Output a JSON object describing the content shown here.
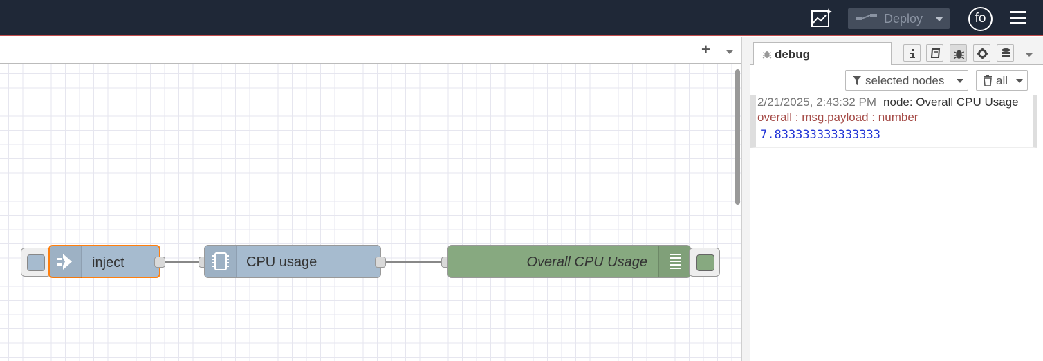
{
  "header": {
    "deploy_label": "Deploy",
    "user_initials": "fo",
    "icons": [
      "dashboard-chart-icon",
      "deploy-icon",
      "menu-icon"
    ],
    "colors": {
      "header_bg": "#1f2837",
      "accent_line": "#c24d4d"
    }
  },
  "workspace": {
    "add_tab_label": "+"
  },
  "flow": {
    "nodes": [
      {
        "type": "inject",
        "label": "inject",
        "color": "#a6bbcf",
        "selected": true
      },
      {
        "type": "cpu",
        "label": "CPU usage",
        "color": "#a6bbcf"
      },
      {
        "type": "debug",
        "label": "Overall CPU Usage",
        "color": "#87a980"
      }
    ],
    "selection_color": "#ff7f0e"
  },
  "sidebar": {
    "active_tab_label": "debug",
    "tab_icons": [
      "info-icon",
      "book-icon",
      "bug-icon",
      "gear-icon",
      "database-icon"
    ],
    "filter_label": "selected nodes",
    "clear_label": "all",
    "message": {
      "timestamp": "2/21/2025, 2:43:32 PM",
      "node": "node: Overall CPU Usage",
      "topic": "overall : msg.payload : number",
      "value": "7.833333333333333"
    }
  }
}
